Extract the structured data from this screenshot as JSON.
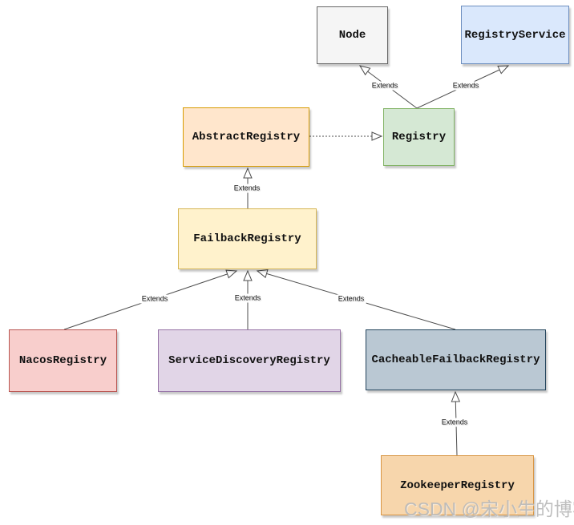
{
  "diagram": {
    "nodes": {
      "node": {
        "label": "Node",
        "fill": "#f5f5f5",
        "stroke": "#666666"
      },
      "registry_service": {
        "label": "RegistryService",
        "fill": "#dae8fc",
        "stroke": "#6c8ebf"
      },
      "abstract_registry": {
        "label": "AbstractRegistry",
        "fill": "#ffe6cc",
        "stroke": "#d79b00"
      },
      "registry": {
        "label": "Registry",
        "fill": "#d5e8d4",
        "stroke": "#82b366"
      },
      "failback_registry": {
        "label": "FailbackRegistry",
        "fill": "#fff2cc",
        "stroke": "#d6b656"
      },
      "nacos_registry": {
        "label": "NacosRegistry",
        "fill": "#f8cecc",
        "stroke": "#b85450"
      },
      "service_discovery_registry": {
        "label": "ServiceDiscoveryRegistry",
        "fill": "#e1d5e7",
        "stroke": "#9673a6"
      },
      "cacheable_failback_registry": {
        "label": "CacheableFailbackRegistry",
        "fill": "#bac8d3",
        "stroke": "#23445c"
      },
      "zookeeper_registry": {
        "label": "ZookeeperRegistry",
        "fill": "#f7d6ac",
        "stroke": "#d89644"
      }
    },
    "edges": {
      "registry_extends_node": {
        "from": "Registry",
        "to": "Node",
        "label": "Extends",
        "line": "solid"
      },
      "registry_extends_registry_service": {
        "from": "Registry",
        "to": "RegistryService",
        "label": "Extends",
        "line": "solid"
      },
      "abstract_registry_realizes_registry": {
        "from": "AbstractRegistry",
        "to": "Registry",
        "label": "",
        "line": "dashed"
      },
      "failback_extends_abstract": {
        "from": "FailbackRegistry",
        "to": "AbstractRegistry",
        "label": "Extends",
        "line": "solid"
      },
      "nacos_extends_failback": {
        "from": "NacosRegistry",
        "to": "FailbackRegistry",
        "label": "Extends",
        "line": "solid"
      },
      "service_discovery_extends_failback": {
        "from": "ServiceDiscoveryRegistry",
        "to": "FailbackRegistry",
        "label": "Extends",
        "line": "solid"
      },
      "cacheable_extends_failback": {
        "from": "CacheableFailbackRegistry",
        "to": "FailbackRegistry",
        "label": "Extends",
        "line": "solid"
      },
      "zookeeper_extends_cacheable": {
        "from": "ZookeeperRegistry",
        "to": "CacheableFailbackRegistry",
        "label": "Extends",
        "line": "solid"
      }
    },
    "watermark": {
      "text": "CSDN @宋小生的博客"
    },
    "colors": {
      "line": "#4d4d4d",
      "background": "#ffffff"
    }
  }
}
